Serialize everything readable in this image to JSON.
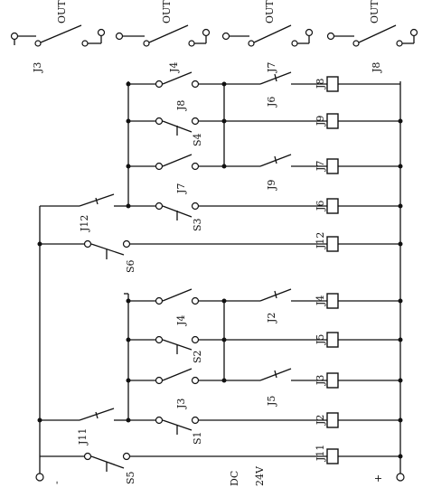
{
  "supply": {
    "minus": "-",
    "plus": "+",
    "dc": "DC",
    "volt": "24V"
  },
  "outputs": [
    {
      "relay": "J3",
      "label": "OUT"
    },
    {
      "relay": "J4",
      "label": "OUT"
    },
    {
      "relay": "J7",
      "label": "OUT"
    },
    {
      "relay": "J8",
      "label": "OUT"
    }
  ],
  "switches": [
    "S5",
    "S1",
    "S2",
    "S6",
    "S3",
    "S4"
  ],
  "contacts": [
    "J11",
    "J12",
    "J3",
    "J4",
    "J5",
    "J2",
    "J7",
    "J8",
    "J9",
    "J6"
  ],
  "coils": [
    "J11",
    "J2",
    "J3",
    "J5",
    "J4",
    "J12",
    "J6",
    "J7",
    "J9",
    "J8"
  ]
}
